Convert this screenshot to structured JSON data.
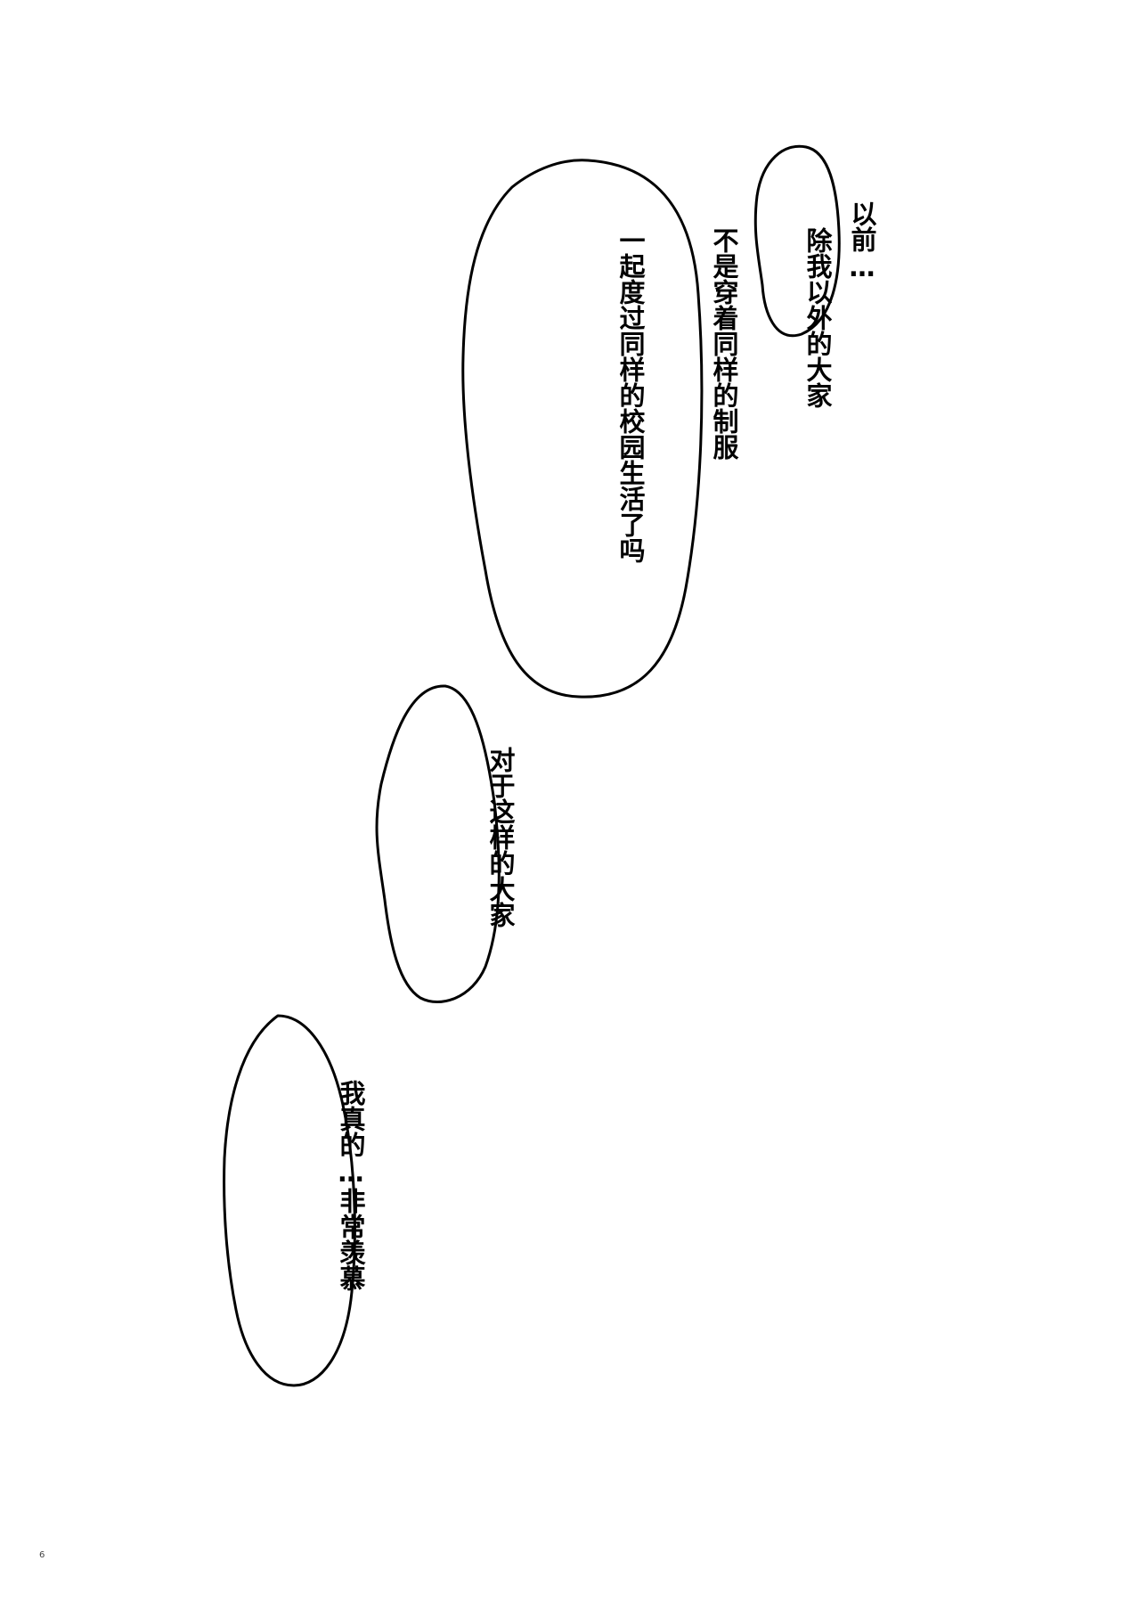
{
  "page": {
    "background": "#ffffff",
    "ink": "#000000",
    "page_number": "6"
  },
  "bubbles": [
    {
      "id": "bubble-1",
      "lines": [
        "以前…"
      ]
    },
    {
      "id": "bubble-2",
      "lines": [
        "除我以外的大家",
        "不是穿着同样的制服",
        "一起度过同样的校园生活了吗"
      ]
    },
    {
      "id": "bubble-3",
      "lines": [
        "对于这样的大家"
      ]
    },
    {
      "id": "bubble-4",
      "lines": [
        "我真的…非常羡慕"
      ]
    }
  ]
}
